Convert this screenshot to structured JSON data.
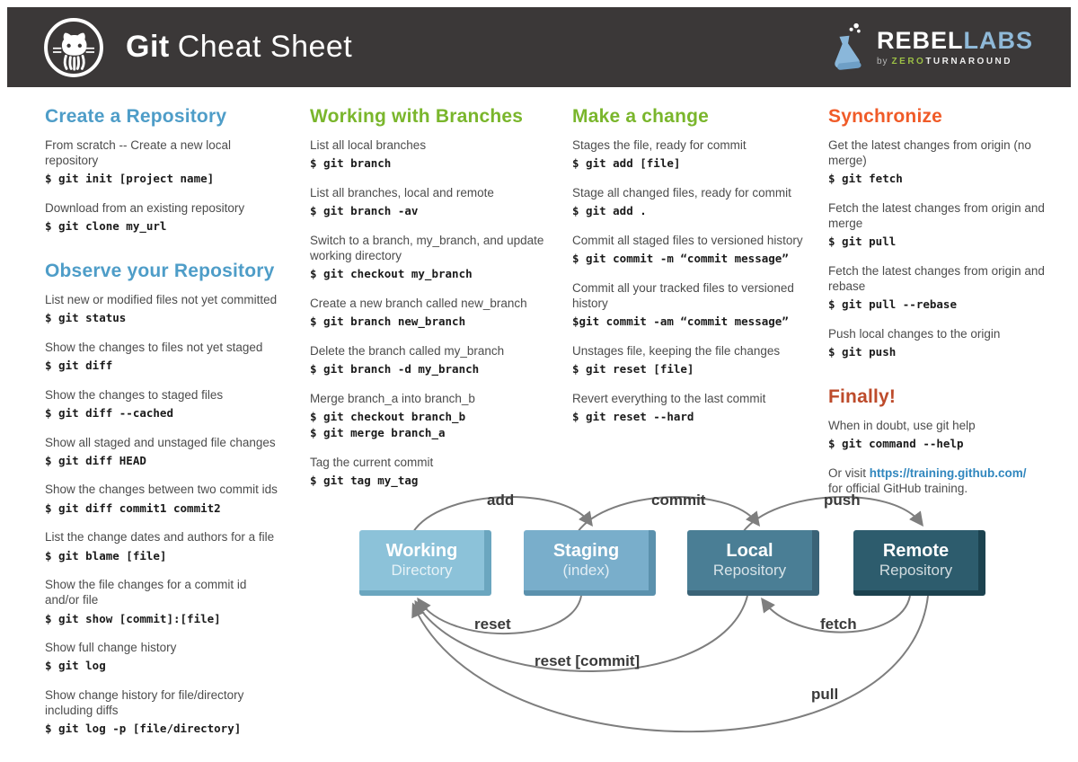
{
  "header": {
    "title_bold": "Git",
    "title_light": "Cheat Sheet",
    "brand": {
      "rebel": "REBEL",
      "labs": "LABS",
      "by": "by",
      "zero": "ZERO",
      "turnaround": "TURNAROUND"
    }
  },
  "colors": {
    "header": "#3b3838",
    "blue": "#4e9dc8",
    "green": "#7ab62c",
    "orange": "#f05b28",
    "dark_orange": "#bd4b2b",
    "link": "#3187be",
    "arrow": "#7e7e7e",
    "box_working": "#8cc2d9",
    "box_working_edge": "#6ba6bf",
    "box_staging": "#79aecb",
    "box_staging_edge": "#5b91ad",
    "box_local": "#4a7e95",
    "box_local_edge": "#3a6377",
    "box_remote": "#2d5c6d",
    "box_remote_edge": "#1c424f"
  },
  "columns": [
    {
      "sections": [
        {
          "title": "Create a Repository",
          "theme": "blue",
          "items": [
            {
              "desc": "From scratch -- Create a new local repository",
              "cmds": [
                "$ git init [project name]"
              ]
            },
            {
              "desc": "Download from an existing repository",
              "cmds": [
                "$ git clone my_url"
              ]
            }
          ]
        },
        {
          "title": "Observe your Repository",
          "theme": "blue",
          "items": [
            {
              "desc": "List new or modified files not yet committed",
              "cmds": [
                "$ git status"
              ]
            },
            {
              "desc": "Show the changes to files not yet staged",
              "cmds": [
                "$ git diff"
              ]
            },
            {
              "desc": "Show the changes to staged files",
              "cmds": [
                "$ git diff --cached"
              ]
            },
            {
              "desc": "Show all staged and unstaged file changes",
              "cmds": [
                "$ git diff HEAD"
              ]
            },
            {
              "desc": "Show the changes between two commit ids",
              "cmds": [
                "$ git diff commit1 commit2"
              ]
            },
            {
              "desc": "List the change dates and authors for a file",
              "cmds": [
                "$ git blame [file]"
              ]
            },
            {
              "desc": "Show the file changes for a commit id and/or file",
              "cmds": [
                "$ git show [commit]:[file]"
              ]
            },
            {
              "desc": "Show full change history",
              "cmds": [
                "$ git log"
              ]
            },
            {
              "desc": "Show change history for file/directory including diffs",
              "cmds": [
                "$ git log -p [file/directory]"
              ]
            }
          ]
        }
      ]
    },
    {
      "sections": [
        {
          "title": "Working with Branches",
          "theme": "green",
          "items": [
            {
              "desc": "List all local branches",
              "cmds": [
                "$ git branch"
              ]
            },
            {
              "desc": "List all branches, local and remote",
              "cmds": [
                "$ git branch -av"
              ]
            },
            {
              "desc": "Switch to a branch, my_branch, and update working directory",
              "cmds": [
                "$ git checkout my_branch"
              ]
            },
            {
              "desc": "Create a new branch called new_branch",
              "cmds": [
                "$ git branch new_branch"
              ]
            },
            {
              "desc": "Delete the branch called my_branch",
              "cmds": [
                "$ git branch -d my_branch"
              ]
            },
            {
              "desc": "Merge branch_a into branch_b",
              "cmds": [
                "$ git checkout branch_b",
                "$ git merge branch_a"
              ]
            },
            {
              "desc": "Tag the current commit",
              "cmds": [
                "$ git tag my_tag"
              ]
            }
          ]
        }
      ]
    },
    {
      "sections": [
        {
          "title": "Make a change",
          "theme": "green",
          "items": [
            {
              "desc": "Stages the file, ready for commit",
              "cmds": [
                "$ git add [file]"
              ]
            },
            {
              "desc": "Stage all changed files, ready for commit",
              "cmds": [
                "$ git add ."
              ]
            },
            {
              "desc": "Commit all staged files to versioned history",
              "cmds": [
                "$ git commit -m “commit message”"
              ]
            },
            {
              "desc": "Commit all your tracked files to versioned history",
              "cmds": [
                "$git commit -am “commit message”"
              ]
            },
            {
              "desc": "Unstages file, keeping the file changes",
              "cmds": [
                "$ git reset [file]"
              ]
            },
            {
              "desc": "Revert everything to the last commit",
              "cmds": [
                "$ git reset --hard"
              ]
            }
          ]
        }
      ]
    },
    {
      "sections": [
        {
          "title": "Synchronize",
          "theme": "orange",
          "items": [
            {
              "desc": "Get the latest changes from origin (no merge)",
              "cmds": [
                "$ git fetch"
              ]
            },
            {
              "desc": "Fetch the latest changes from origin and merge",
              "cmds": [
                "$ git pull"
              ]
            },
            {
              "desc": "Fetch the latest changes from origin and rebase",
              "cmds": [
                "$ git pull --rebase"
              ]
            },
            {
              "desc": "Push local changes to the origin",
              "cmds": [
                "$ git push"
              ]
            }
          ]
        },
        {
          "title": "Finally!",
          "theme": "dark-orange",
          "items": [
            {
              "desc": "When in doubt, use git help",
              "cmds": [
                "$ git command --help"
              ]
            },
            {
              "desc_prefix": "Or visit",
              "link": "https://training.github.com/",
              "desc_suffix": "for official GitHub training."
            }
          ]
        }
      ]
    }
  ],
  "diagram": {
    "boxes": [
      {
        "title": "Working",
        "subtitle": "Directory",
        "theme": "working"
      },
      {
        "title": "Staging",
        "subtitle": "(index)",
        "theme": "staging"
      },
      {
        "title": "Local",
        "subtitle": "Repository",
        "theme": "local"
      },
      {
        "title": "Remote",
        "subtitle": "Repository",
        "theme": "remote"
      }
    ],
    "labels": {
      "add": "add",
      "commit": "commit",
      "push": "push",
      "reset": "reset",
      "fetch": "fetch",
      "reset_commit": "reset [commit]",
      "pull": "pull"
    }
  }
}
